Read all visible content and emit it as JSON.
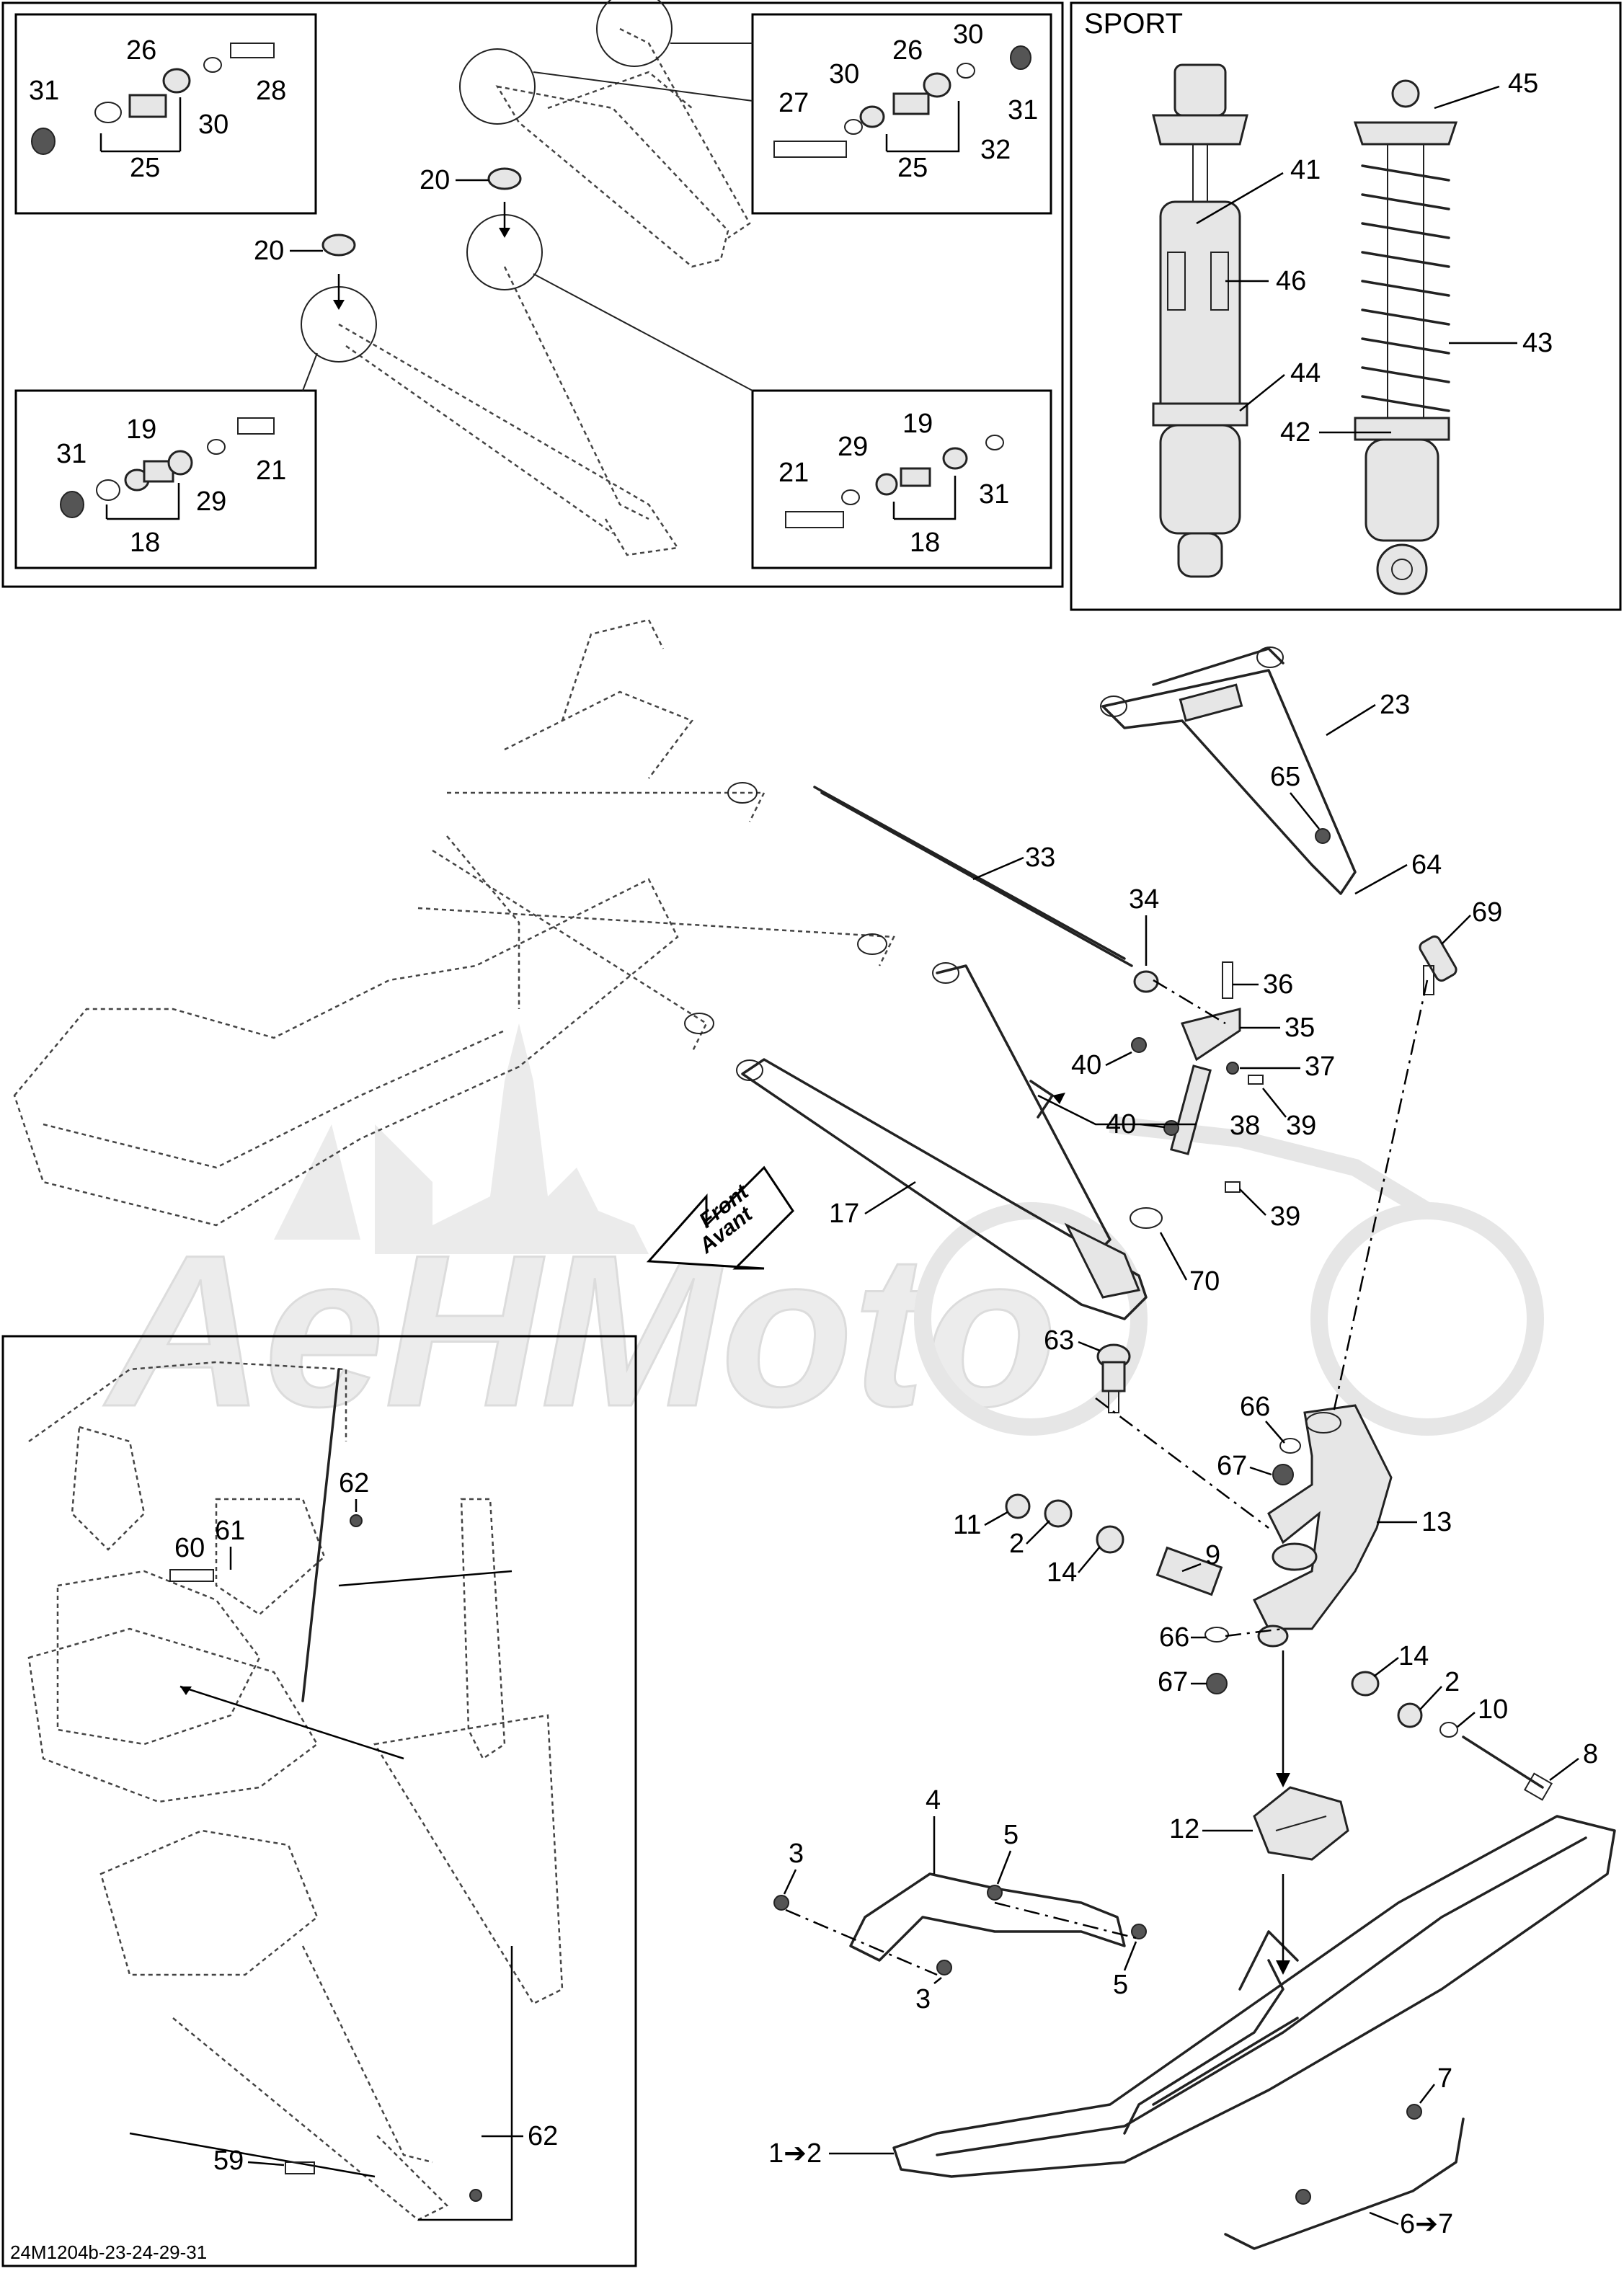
{
  "sport_title": "SPORT",
  "front_arrow": {
    "line1": "Front",
    "line2": "Avant"
  },
  "watermark": "AeHMoto",
  "footer_code": "24M1204b-23-24-29-31",
  "callouts": {
    "tl_31": "31",
    "tl_26": "26",
    "tl_28": "28",
    "tl_30": "30",
    "tl_25": "25",
    "tr_30a": "30",
    "tr_26": "26",
    "tr_30b": "30",
    "tr_27": "27",
    "tr_31": "31",
    "tr_25": "25",
    "tr_32": "32",
    "top_20a": "20",
    "top_20b": "20",
    "bl_31": "31",
    "bl_19": "19",
    "bl_21": "21",
    "bl_29": "29",
    "bl_18": "18",
    "br_29": "29",
    "br_19": "19",
    "br_21": "21",
    "br_31": "31",
    "br_18": "18",
    "s_45": "45",
    "s_41": "41",
    "s_46": "46",
    "s_43": "43",
    "s_44": "44",
    "s_42": "42",
    "m_23": "23",
    "m_65": "65",
    "m_33": "33",
    "m_64": "64",
    "m_69": "69",
    "m_34": "34",
    "m_36": "36",
    "m_35": "35",
    "m_40a": "40",
    "m_37": "37",
    "m_40b": "40",
    "m_38": "38",
    "m_39a": "39",
    "m_39b": "39",
    "m_17": "17",
    "m_70": "70",
    "m_63": "63",
    "m_66a": "66",
    "m_67a": "67",
    "m_11": "11",
    "m_2a": "2",
    "m_13": "13",
    "m_9": "9",
    "m_14a": "14",
    "m_66b": "66",
    "m_14b": "14",
    "m_67b": "67",
    "m_2b": "2",
    "m_10": "10",
    "m_8": "8",
    "m_4": "4",
    "m_5a": "5",
    "m_12": "12",
    "m_3a": "3",
    "m_3b": "3",
    "m_5b": "5",
    "m_7": "7",
    "m_1to2": "1➔2",
    "m_6to7": "6➔7",
    "in_62a": "62",
    "in_60": "60",
    "in_61": "61",
    "in_59": "59",
    "in_62b": "62"
  }
}
